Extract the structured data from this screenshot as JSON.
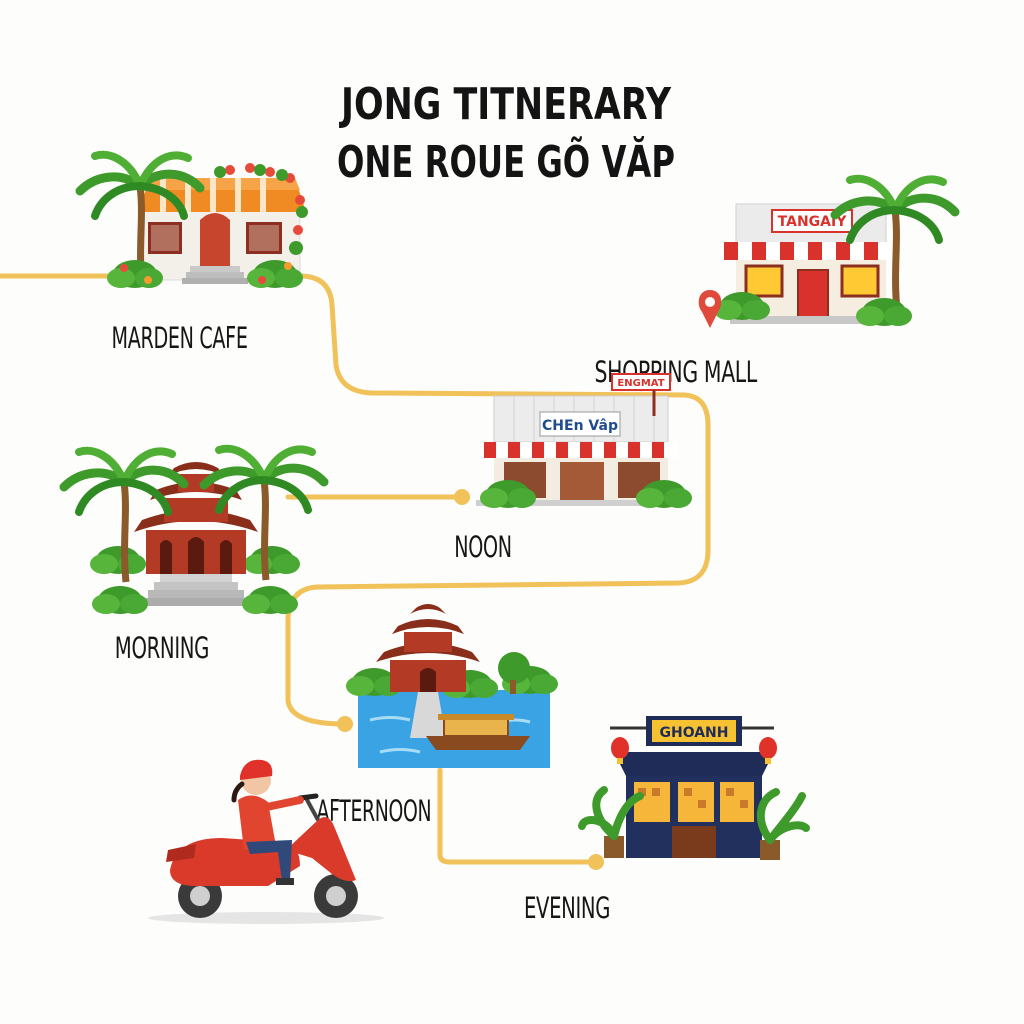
{
  "title": {
    "line1": "JONG  TITNERARY",
    "line2": "ONE ROUE GÕ VĂP"
  },
  "stops": {
    "garden_cafe": {
      "label": "MARDEN CAFE"
    },
    "shopping_mall": {
      "label": "SHOPPING MALL",
      "sign": "TANGAIY"
    },
    "noon": {
      "label": "NOON",
      "store_sign": "CHEn Vâp",
      "tag_sign": "ENGMAT"
    },
    "morning": {
      "label": "MORNING"
    },
    "afternoon": {
      "label": "AFTERNOON"
    },
    "evening": {
      "label": "EVENING",
      "sign": "GHOANH"
    }
  },
  "colors": {
    "route": "#f1c15a",
    "awning_red": "#d9312b",
    "roof_orange": "#f08a22",
    "temple_red": "#a8301f",
    "palm_green": "#3f9a2c",
    "water_blue": "#3aa3e3",
    "scooter_red": "#d93a2a",
    "evening_navy": "#1f2c57",
    "sign_yellow": "#f6c232"
  },
  "icons": [
    "location-pin-icon",
    "scooter-rider-icon",
    "lantern-icon"
  ]
}
